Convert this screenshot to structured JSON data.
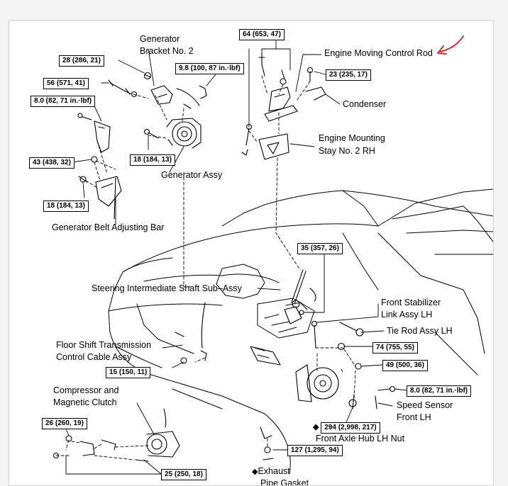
{
  "labels": {
    "generator_bracket_line1": "Generator",
    "generator_bracket_line2": "Bracket No. 2",
    "engine_moving_control_rod": "Engine Moving Control Rod",
    "condenser": "Condenser",
    "engine_mounting_stay_line1": "Engine Mounting",
    "engine_mounting_stay_line2": "Stay No. 2 RH",
    "generator_assy": "Generator Assy",
    "generator_belt_adjusting_bar": "Generator Belt Adjusting Bar",
    "steering_intermediate_shaft": "Steering Intermediate Shaft Sub–Assy",
    "front_stabilizer_line1": "Front Stabilizer",
    "front_stabilizer_line2": "Link Assy LH",
    "tie_rod_assy": "Tie Rod Assy LH",
    "floor_shift_line1": "Floor Shift Transmission",
    "floor_shift_line2": "Control Cable Assy",
    "compressor_line1": "Compressor and",
    "compressor_line2": "Magnetic Clutch",
    "speed_sensor_line1": "Speed Sensor",
    "speed_sensor_line2": "Front LH",
    "front_axle_hub_nut": "Front Axle Hub LH Nut",
    "exhaust_line1": "Exhaust",
    "exhaust_line2": "Pipe Gasket",
    "diamond_symbol": "◆"
  },
  "torque": {
    "t_28": "28 (286, 21)",
    "t_56": "56 (571, 41)",
    "t_8_top": "8.0 (82, 71 in.·lbf)",
    "t_98": "9.8 (100, 87 in.·lbf)",
    "t_64": "64 (653, 47)",
    "t_23": "23 (235, 17)",
    "t_18_gen": "18 (184, 13)",
    "t_43": "43 (438, 32)",
    "t_18_bar": "18 (184, 13)",
    "t_35": "35 (357, 26)",
    "t_74": "74 (755, 55)",
    "t_15": "15 (150, 11)",
    "t_49": "49 (500, 36)",
    "t_8_speed": "8.0 (82, 71 in.·lbf)",
    "t_26": "26 (260, 19)",
    "t_294": "294 (2,998, 217)",
    "t_127": "127 (1,295, 94)",
    "t_25": "25 (250, 18)"
  },
  "colors": {
    "ink": "#000000",
    "annotation_arrow": "#e0252b"
  }
}
